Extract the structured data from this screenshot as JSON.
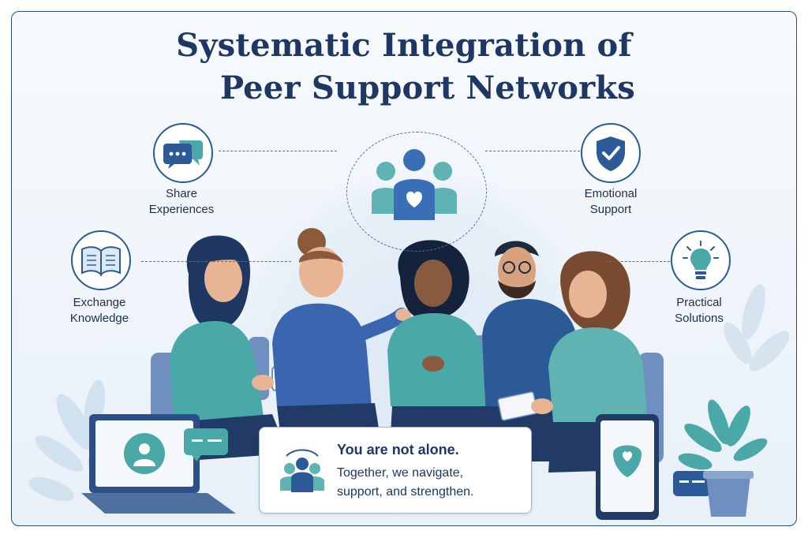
{
  "title": {
    "line1": "Systematic Integration of",
    "line2": "Peer Support Networks"
  },
  "features": {
    "share": {
      "line1": "Share",
      "line2": "Experiences",
      "icon": "chat-bubbles-icon"
    },
    "exchange": {
      "line1": "Exchange",
      "line2": "Knowledge",
      "icon": "open-book-icon"
    },
    "emotional": {
      "line1": "Emotional",
      "line2": "Support",
      "icon": "shield-check-icon"
    },
    "practical": {
      "line1": "Practical",
      "line2": "Solutions",
      "icon": "lightbulb-icon"
    }
  },
  "hub": {
    "icon": "group-heart-icon"
  },
  "message": {
    "heading": "You are not alone.",
    "line1": "Together, we navigate,",
    "line2": "support, and strengthen.",
    "icon": "community-icon"
  },
  "colors": {
    "navy": "#1f3763",
    "blue": "#2b5a96",
    "teal": "#4aa8a8",
    "light_blue": "#dce8f4"
  }
}
